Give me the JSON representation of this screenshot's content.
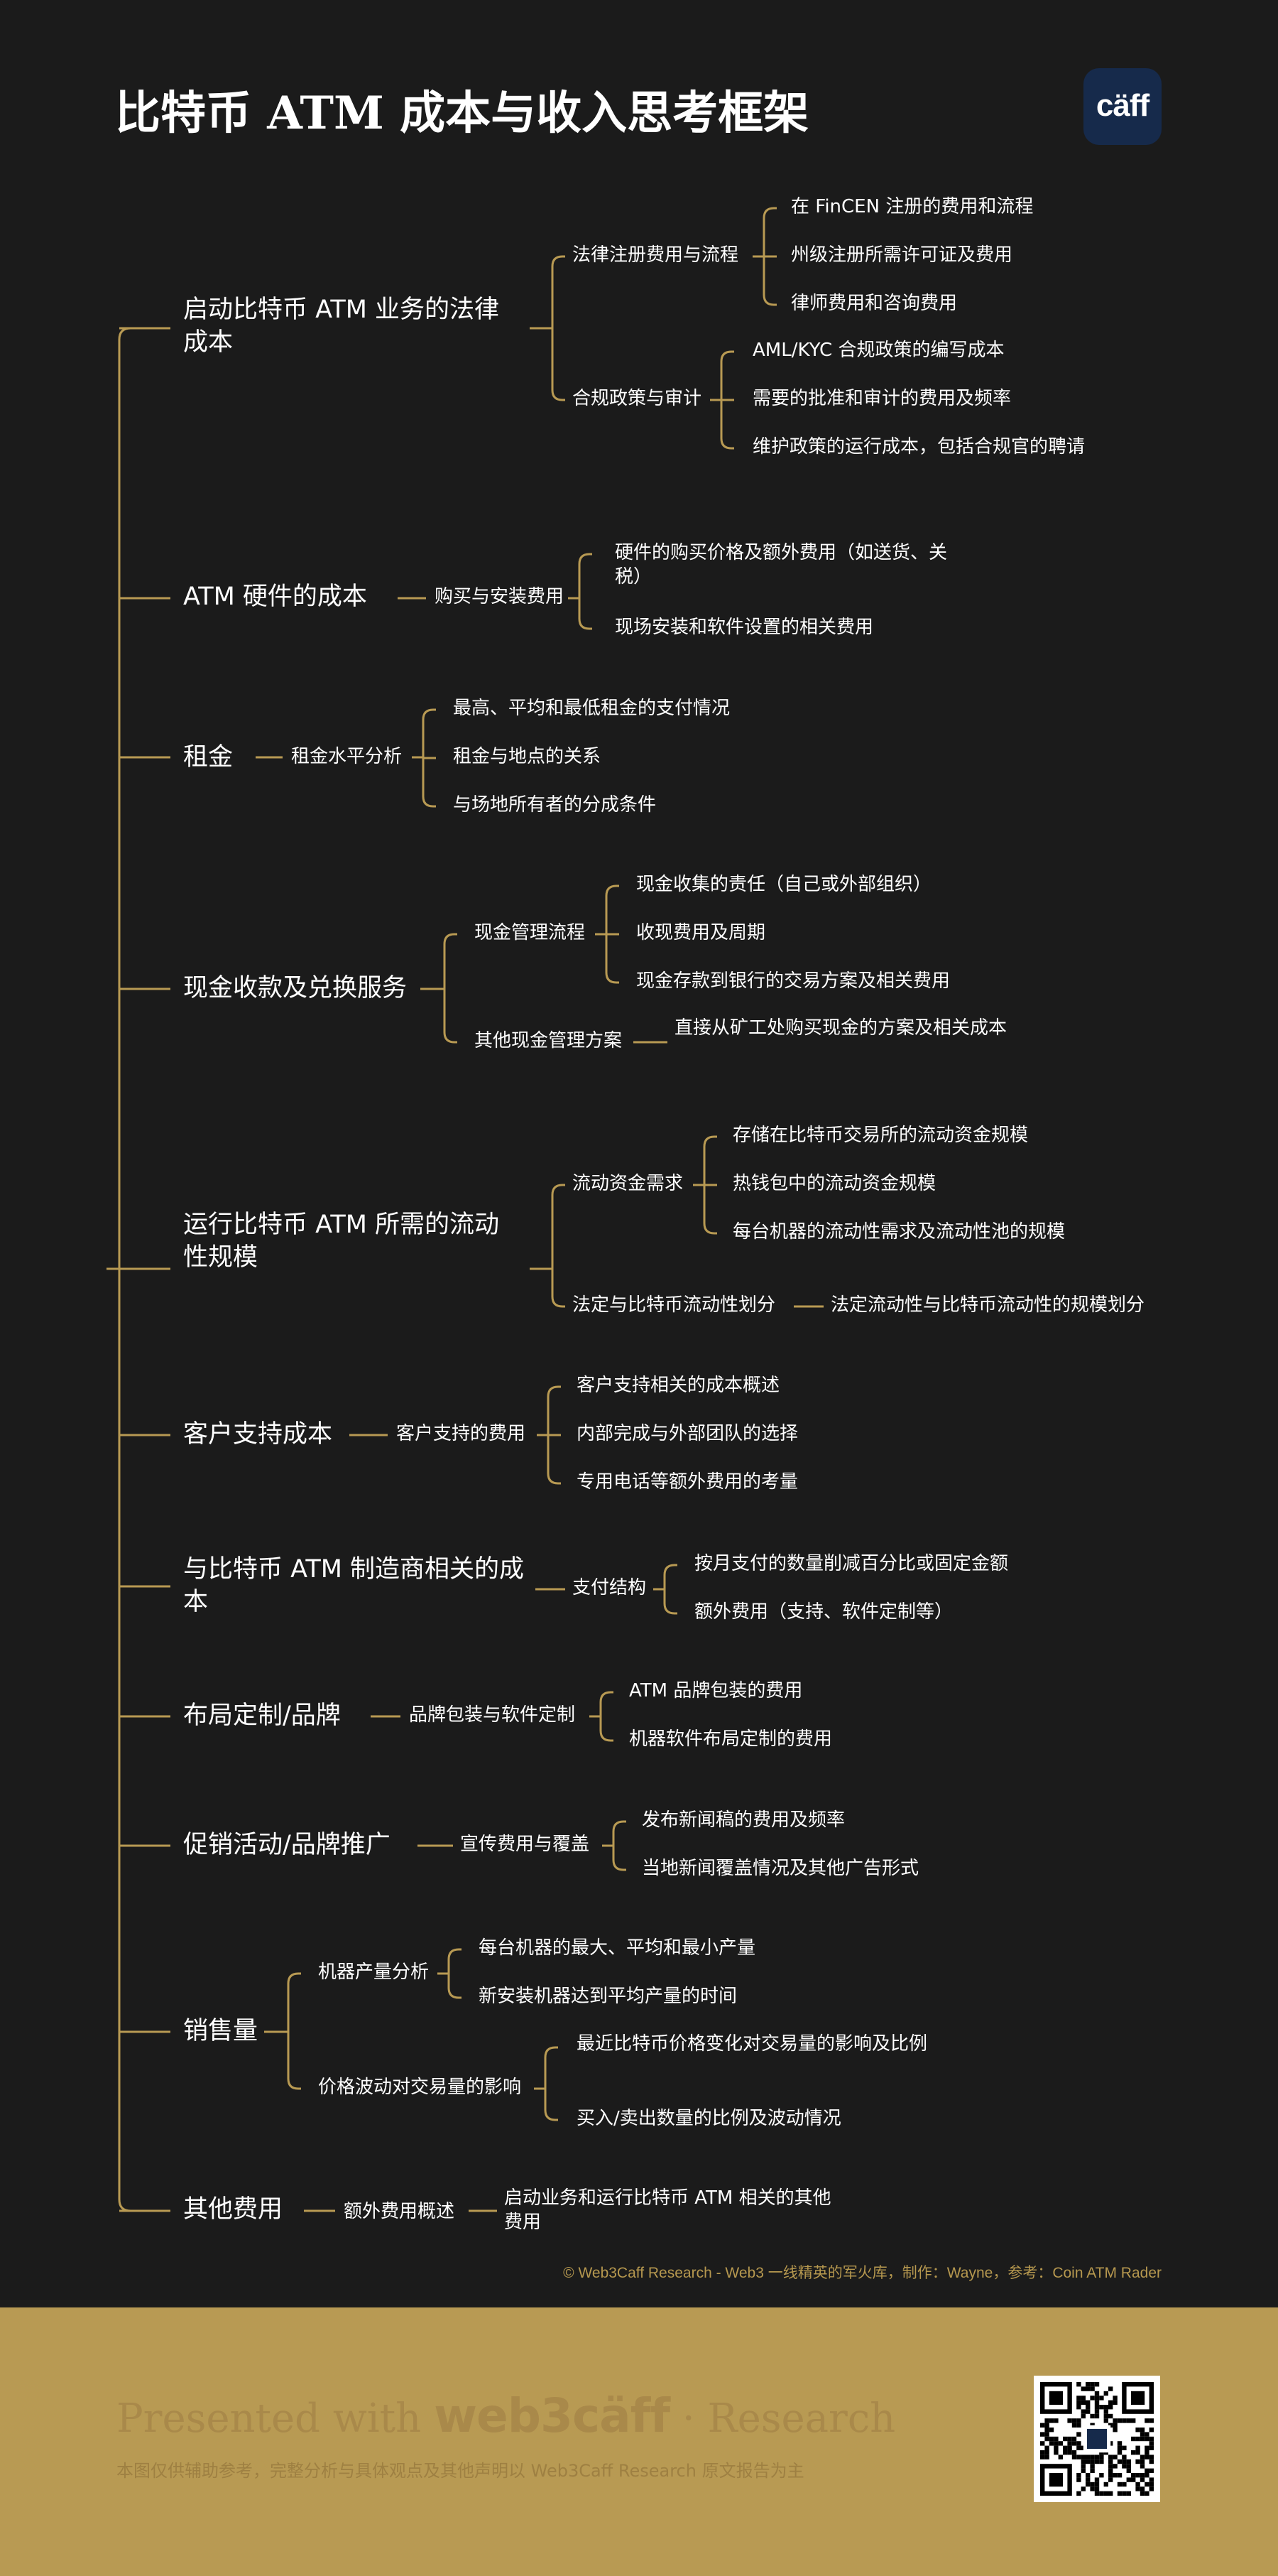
{
  "header": {
    "title": "比特币 ATM 成本与收入思考框架",
    "logo_text": "cäff"
  },
  "mindmap": {
    "branches": [
      {
        "label": "启动比特币 ATM 业务的法律成本",
        "children": [
          {
            "label": "法律注册费用与流程",
            "items": [
              "在 FinCEN 注册的费用和流程",
              "州级注册所需许可证及费用",
              "律师费用和咨询费用"
            ]
          },
          {
            "label": "合规政策与审计",
            "items": [
              "AML/KYC 合规政策的编写成本",
              "需要的批准和审计的费用及频率",
              "维护政策的运行成本，包括合规官的聘请"
            ]
          }
        ]
      },
      {
        "label": "ATM 硬件的成本",
        "children": [
          {
            "label": "购买与安装费用",
            "items": [
              "硬件的购买价格及额外费用（如送货、关税）",
              "现场安装和软件设置的相关费用"
            ]
          }
        ]
      },
      {
        "label": "租金",
        "children": [
          {
            "label": "租金水平分析",
            "items": [
              "最高、平均和最低租金的支付情况",
              "租金与地点的关系",
              "与场地所有者的分成条件"
            ]
          }
        ]
      },
      {
        "label": "现金收款及兑换服务",
        "children": [
          {
            "label": "现金管理流程",
            "items": [
              "现金收集的责任（自己或外部组织）",
              "收现费用及周期",
              "现金存款到银行的交易方案及相关费用"
            ]
          },
          {
            "label": "其他现金管理方案",
            "items": [
              "直接从矿工处购买现金的方案及相关成本"
            ]
          }
        ]
      },
      {
        "label": "运行比特币 ATM 所需的流动性规模",
        "children": [
          {
            "label": "流动资金需求",
            "items": [
              "存储在比特币交易所的流动资金规模",
              "热钱包中的流动资金规模",
              "每台机器的流动性需求及流动性池的规模"
            ]
          },
          {
            "label": "法定与比特币流动性划分",
            "items": [
              "法定流动性与比特币流动性的规模划分"
            ]
          }
        ]
      },
      {
        "label": "客户支持成本",
        "children": [
          {
            "label": "客户支持的费用",
            "items": [
              "客户支持相关的成本概述",
              "内部完成与外部团队的选择",
              "专用电话等额外费用的考量"
            ]
          }
        ]
      },
      {
        "label": "与比特币 ATM 制造商相关的成本",
        "children": [
          {
            "label": "支付结构",
            "items": [
              "按月支付的数量削减百分比或固定金额",
              "额外费用（支持、软件定制等）"
            ]
          }
        ]
      },
      {
        "label": "布局定制/品牌",
        "children": [
          {
            "label": "品牌包装与软件定制",
            "items": [
              "ATM 品牌包装的费用",
              "机器软件布局定制的费用"
            ]
          }
        ]
      },
      {
        "label": "促销活动/品牌推广",
        "children": [
          {
            "label": "宣传费用与覆盖",
            "items": [
              "发布新闻稿的费用及频率",
              "当地新闻覆盖情况及其他广告形式"
            ]
          }
        ]
      },
      {
        "label": "销售量",
        "children": [
          {
            "label": "机器产量分析",
            "items": [
              "每台机器的最大、平均和最小产量",
              "新安装机器达到平均产量的时间"
            ]
          },
          {
            "label": "价格波动对交易量的影响",
            "items": [
              "最近比特币价格变化对交易量的影响及比例",
              "买入/卖出数量的比例及波动情况"
            ]
          }
        ]
      },
      {
        "label": "其他费用",
        "children": [
          {
            "label": "额外费用概述",
            "items": [
              "启动业务和运行比特币 ATM 相关的其他费用"
            ]
          }
        ]
      }
    ]
  },
  "credit": "© Web3Caff Research - Web3 一线精英的军火库，制作：Wayne，参考：Coin ATM Rader",
  "footer": {
    "presented_prefix": "Presented with",
    "brand": "web3cäff",
    "brand_suffix": "· Research",
    "disclaimer": "本图仅供辅助参考，完整分析与具体观点及其他声明以 Web3Caff Research 原文报告为主"
  },
  "colors": {
    "background": "#1b1b1b",
    "line": "#b89a53",
    "footer_bg": "#b89a53",
    "logo_bg": "#162a4b"
  }
}
